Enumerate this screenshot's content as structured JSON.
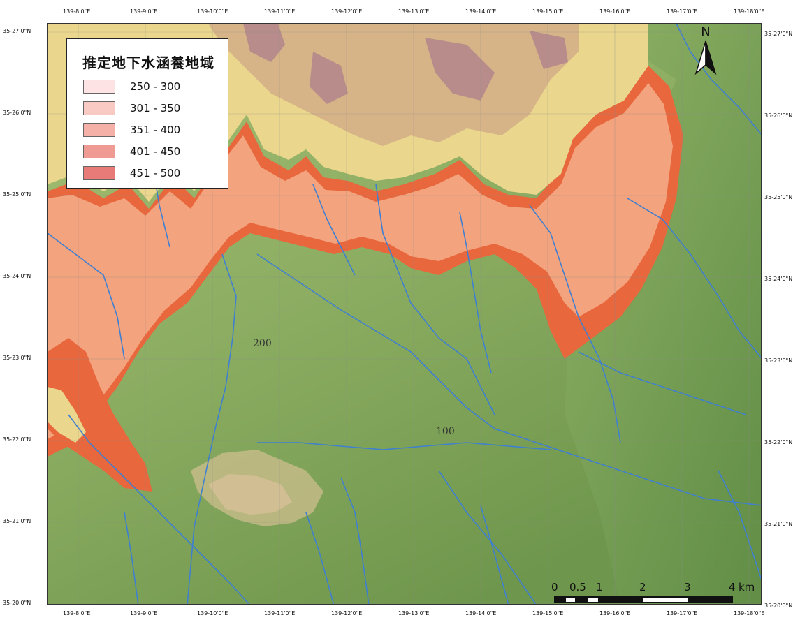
{
  "legend": {
    "title": "推定地下水涵養地域",
    "classes": [
      {
        "label": "250 - 300",
        "color": "#fde3e3"
      },
      {
        "label": "301 - 350",
        "color": "#f9c9c4"
      },
      {
        "label": "351 - 400",
        "color": "#f5b0a8"
      },
      {
        "label": "401 - 450",
        "color": "#ef9a92"
      },
      {
        "label": "451 - 500",
        "color": "#e87a78"
      }
    ]
  },
  "north_arrow": {
    "label": "N"
  },
  "scale_bar": {
    "labels": [
      "0",
      "0.5",
      "1",
      "2",
      "3",
      "4"
    ],
    "unit": "km"
  },
  "contour_labels": [
    "200",
    "100"
  ],
  "axes": {
    "top": [
      "139-8'0\"E",
      "139-9'0\"E",
      "139-10'0\"E",
      "139-11'0\"E",
      "139-12'0\"E",
      "139-13'0\"E",
      "139-14'0\"E",
      "139-15'0\"E",
      "139-16'0\"E",
      "139-17'0\"E",
      "139-18'0\"E"
    ],
    "bottom": [
      "139-8'0\"E",
      "139-9'0\"E",
      "139-10'0\"E",
      "139-11'0\"E",
      "139-12'0\"E",
      "139-13'0\"E",
      "139-14'0\"E",
      "139-15'0\"E",
      "139-16'0\"E",
      "139-17'0\"E",
      "139-18'0\"E"
    ],
    "left": [
      "35-27'0\"N",
      "35-26'0\"N",
      "35-25'0\"N",
      "35-24'0\"N",
      "35-23'0\"N",
      "35-22'0\"N",
      "35-21'0\"N",
      "35-20'0\"N"
    ],
    "right": [
      "35-27'0\"N",
      "35-26'0\"N",
      "35-25'0\"N",
      "35-24'0\"N",
      "35-23'0\"N",
      "35-22'0\"N",
      "35-21'0\"N",
      "35-20'0\"N"
    ]
  },
  "colors": {
    "low_green": "#6f9a4f",
    "mid_green": "#93b36a",
    "high_green": "#b3c77d",
    "pale_yellow": "#e9d78f",
    "tan": "#d9b888",
    "mauve": "#b58a8a",
    "river": "#3f7fd1",
    "orange_ridge": "#e8643a"
  }
}
